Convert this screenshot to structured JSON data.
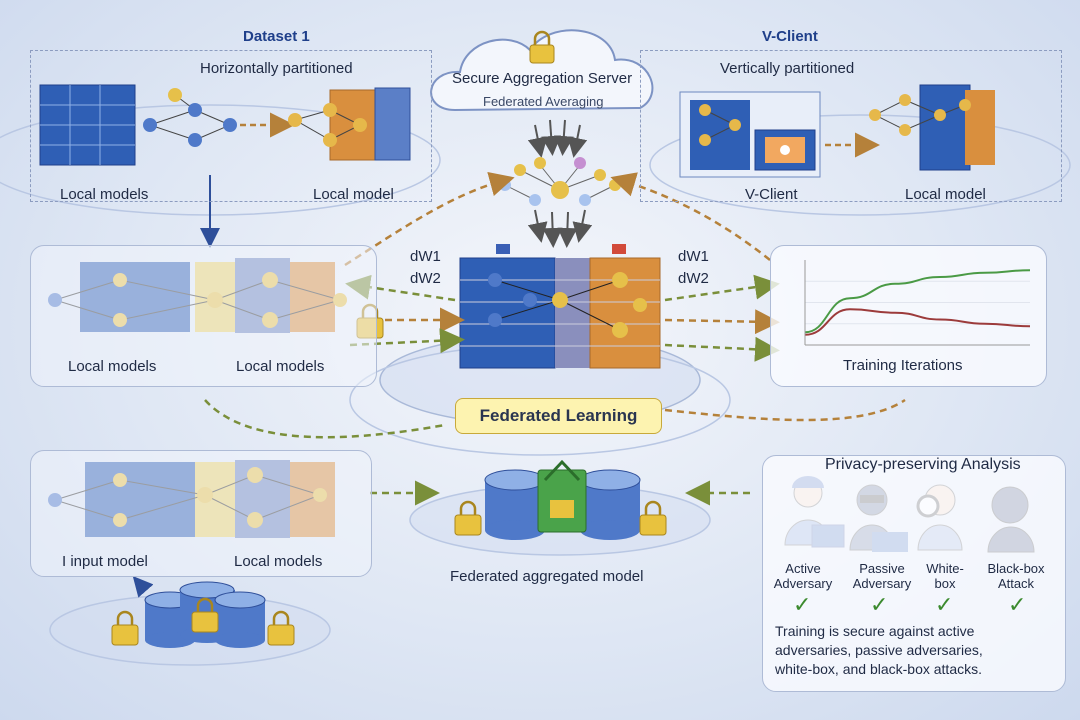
{
  "left_top": {
    "header": "Dataset 1",
    "subheader": "Horizontally partitioned",
    "label_left": "Local models",
    "label_right": "Local model"
  },
  "right_top": {
    "header": "V-Client",
    "subheader": "Vertically partitioned",
    "label_left": "V-Client",
    "label_right": "Local model"
  },
  "server": {
    "title": "Secure Aggregation Server",
    "subtitle": "Federated Averaging"
  },
  "center": {
    "grad_left_1": "dW1",
    "grad_left_2": "dW2",
    "grad_right_1": "dW1",
    "grad_right_2": "dW2",
    "platform_label": "Federated Learning"
  },
  "left_mid": {
    "label_left": "Local models",
    "label_right": "Local models"
  },
  "chart_data": {
    "type": "line",
    "xlabel": "Training Iterations",
    "series": [
      {
        "values": [
          0.15,
          0.55,
          0.72,
          0.8,
          0.85,
          0.88
        ]
      },
      {
        "values": [
          0.12,
          0.42,
          0.38,
          0.3,
          0.25,
          0.22
        ]
      }
    ],
    "colors": [
      "#4a9a45",
      "#9c3b3b"
    ]
  },
  "left_bottom": {
    "label_left": "I input model",
    "label_right": "Local models"
  },
  "aggregated": {
    "label": "Federated aggregated model"
  },
  "privacy": {
    "title": "Privacy-preserving Analysis",
    "roles": [
      {
        "line1": "Active",
        "line2": "Adversary"
      },
      {
        "line1": "Passive",
        "line2": "Adversary"
      },
      {
        "line1": "White-",
        "line2": "box"
      },
      {
        "line1": "Black-box",
        "line2": "Attack"
      }
    ],
    "check": "✓",
    "note_1": "Training is secure against active",
    "note_2": "adversaries, passive adversaries,",
    "note_3": "white-box, and black-box attacks."
  }
}
